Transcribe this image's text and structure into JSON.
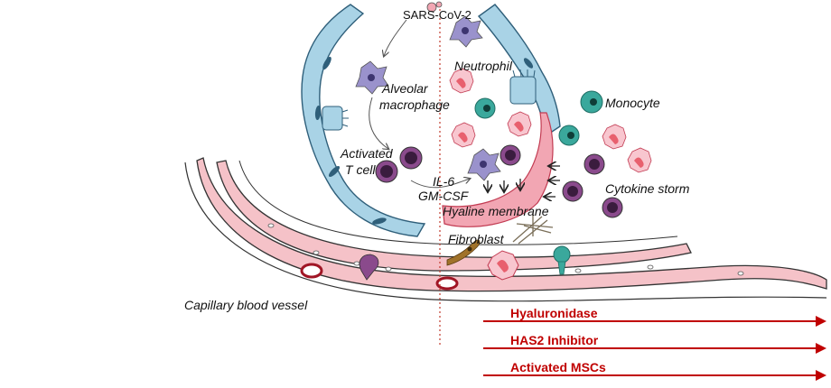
{
  "labels": {
    "virus": "SARS-CoV-2",
    "neutrophil": "Neutrophil",
    "monocyte": "Monocyte",
    "alveolar_macrophage_1": "Alveolar",
    "alveolar_macrophage_2": "macrophage",
    "activated_tcell_1": "Activated",
    "activated_tcell_2": "T cell",
    "il6": "IL-6",
    "gmcsf": "GM-CSF",
    "cytokine_storm": "Cytokine storm",
    "hyaline_membrane": "Hyaline membrane",
    "fibroblast": "Fibroblast",
    "capillary": "Capillary blood vessel"
  },
  "treatments": [
    {
      "label": "Hyaluronidase"
    },
    {
      "label": "HAS2 Inhibitor"
    },
    {
      "label": "Activated MSCs"
    }
  ],
  "colors": {
    "epithelium": "#a9d3e6",
    "epithelium_stroke": "#2f5f7a",
    "hyaline": "#f2a6b3",
    "vessel_wall": "#f5c2c8",
    "treatment": "#c00000",
    "tcell": "#8a4a8c",
    "monocyte": "#3aa89c",
    "neutrophil": "#e8606e",
    "macrophage": "#9a92cc"
  }
}
